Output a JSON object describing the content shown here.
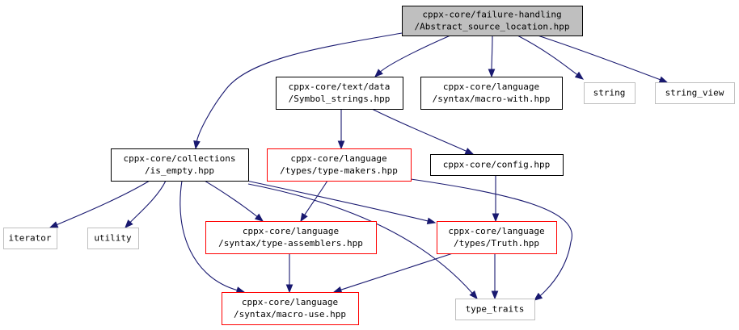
{
  "nodes": [
    {
      "id": "abstract_source_location",
      "lines": [
        "cppx-core/failure-handling",
        "/Abstract_source_location.hpp"
      ]
    },
    {
      "id": "symbol_strings",
      "lines": [
        "cppx-core/text/data",
        "/Symbol_strings.hpp"
      ]
    },
    {
      "id": "macro_with",
      "lines": [
        "cppx-core/language",
        "/syntax/macro-with.hpp"
      ]
    },
    {
      "id": "string",
      "lines": [
        "string"
      ]
    },
    {
      "id": "string_view",
      "lines": [
        "string_view"
      ]
    },
    {
      "id": "is_empty",
      "lines": [
        "cppx-core/collections",
        "/is_empty.hpp"
      ]
    },
    {
      "id": "type_makers",
      "lines": [
        "cppx-core/language",
        "/types/type-makers.hpp"
      ]
    },
    {
      "id": "config",
      "lines": [
        "cppx-core/config.hpp"
      ]
    },
    {
      "id": "iterator",
      "lines": [
        "iterator"
      ]
    },
    {
      "id": "utility",
      "lines": [
        "utility"
      ]
    },
    {
      "id": "type_assemblers",
      "lines": [
        "cppx-core/language",
        "/syntax/type-assemblers.hpp"
      ]
    },
    {
      "id": "truth",
      "lines": [
        "cppx-core/language",
        "/types/Truth.hpp"
      ]
    },
    {
      "id": "macro_use",
      "lines": [
        "cppx-core/language",
        "/syntax/macro-use.hpp"
      ]
    },
    {
      "id": "type_traits",
      "lines": [
        "type_traits"
      ]
    }
  ],
  "edges": [
    [
      "abstract_source_location",
      "symbol_strings"
    ],
    [
      "abstract_source_location",
      "macro_with"
    ],
    [
      "abstract_source_location",
      "string"
    ],
    [
      "abstract_source_location",
      "string_view"
    ],
    [
      "abstract_source_location",
      "is_empty"
    ],
    [
      "symbol_strings",
      "type_makers"
    ],
    [
      "symbol_strings",
      "config"
    ],
    [
      "is_empty",
      "iterator"
    ],
    [
      "is_empty",
      "utility"
    ],
    [
      "is_empty",
      "type_assemblers"
    ],
    [
      "is_empty",
      "truth"
    ],
    [
      "is_empty",
      "macro_use"
    ],
    [
      "is_empty",
      "type_traits"
    ],
    [
      "type_makers",
      "type_assemblers"
    ],
    [
      "type_makers",
      "type_traits"
    ],
    [
      "config",
      "truth"
    ],
    [
      "type_assemblers",
      "macro_use"
    ],
    [
      "truth",
      "macro_use"
    ],
    [
      "truth",
      "type_traits"
    ]
  ],
  "colors": {
    "edge": "#191970",
    "root_fill": "#bfbfbf",
    "border_black": "#000000",
    "border_red": "#ff0000",
    "border_gray": "#bfbfbf"
  }
}
